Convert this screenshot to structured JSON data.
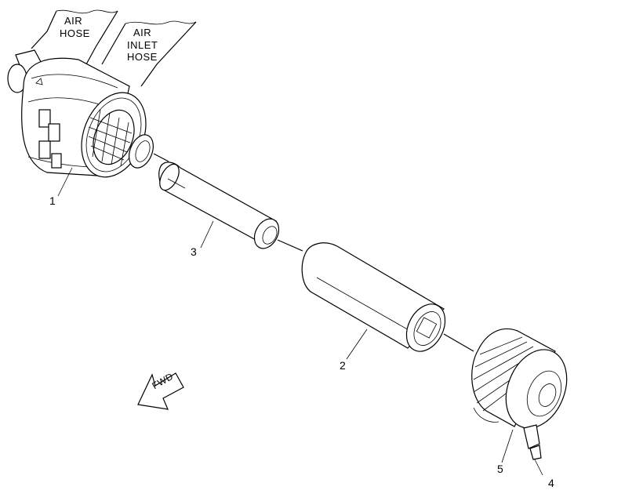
{
  "labels": {
    "air_hose": [
      "AIR",
      "HOSE"
    ],
    "air_inlet_hose": [
      "AIR",
      "INLET",
      "HOSE"
    ],
    "fwd": "FWD"
  },
  "callouts": {
    "c1": "1",
    "c2": "2",
    "c3": "3",
    "c4": "4",
    "c5": "5"
  }
}
